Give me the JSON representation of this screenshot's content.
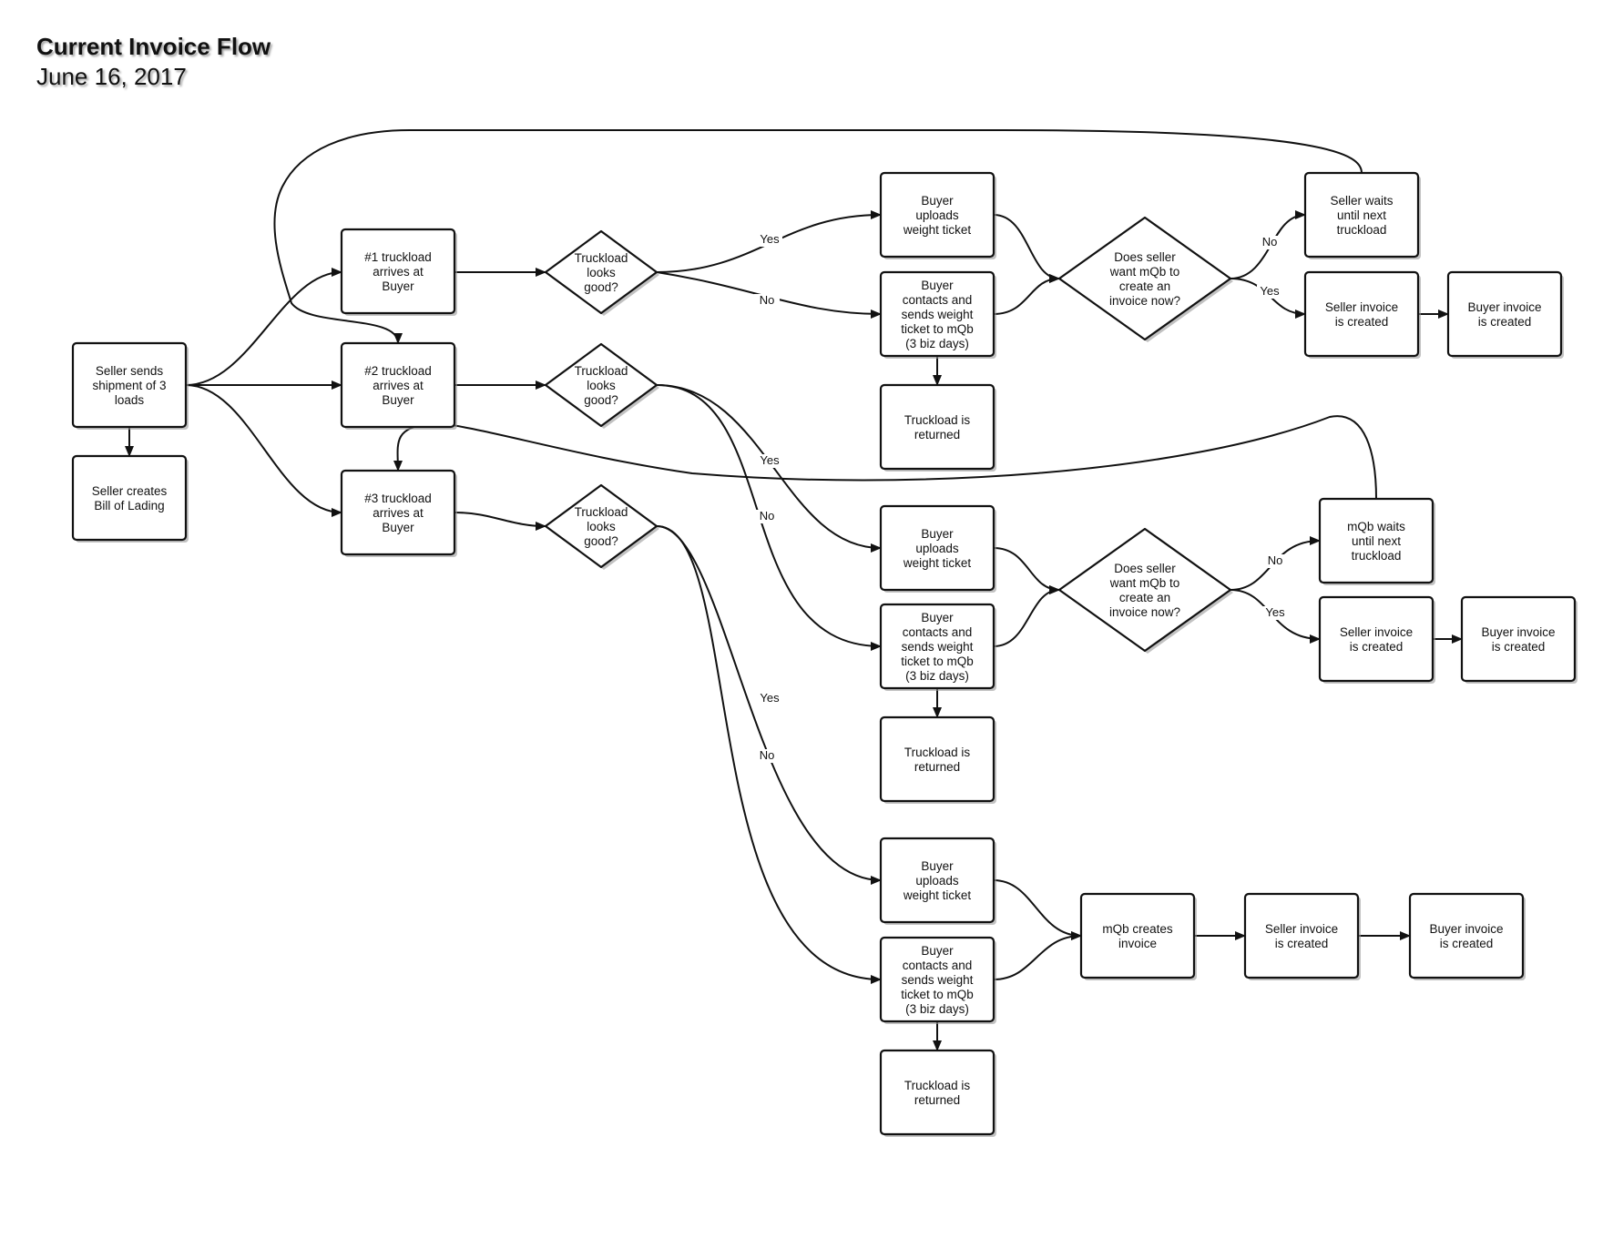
{
  "header": {
    "title": "Current Invoice Flow",
    "date": "June 16, 2017"
  },
  "colors": {
    "stroke": "#111111",
    "fill": "#ffffff",
    "shadow": "#999999"
  },
  "nodes": [
    {
      "id": "seller-sends",
      "shape": "rect",
      "lines": [
        "Seller sends",
        "shipment of 3",
        "loads"
      ]
    },
    {
      "id": "seller-bol",
      "shape": "rect",
      "lines": [
        "Seller creates",
        "Bill of Lading"
      ]
    },
    {
      "id": "t1",
      "shape": "rect",
      "lines": [
        "#1 truckload",
        "arrives at",
        "Buyer"
      ]
    },
    {
      "id": "t2",
      "shape": "rect",
      "lines": [
        "#2 truckload",
        "arrives at",
        "Buyer"
      ]
    },
    {
      "id": "t3",
      "shape": "rect",
      "lines": [
        "#3 truckload",
        "arrives at",
        "Buyer"
      ]
    },
    {
      "id": "d1",
      "shape": "diamond",
      "lines": [
        "Truckload",
        "looks",
        "good?"
      ]
    },
    {
      "id": "d2",
      "shape": "diamond",
      "lines": [
        "Truckload",
        "looks",
        "good?"
      ]
    },
    {
      "id": "d3",
      "shape": "diamond",
      "lines": [
        "Truckload",
        "looks",
        "good?"
      ]
    },
    {
      "id": "up1",
      "shape": "rect",
      "lines": [
        "Buyer",
        "uploads",
        "weight ticket"
      ]
    },
    {
      "id": "con1",
      "shape": "rect",
      "lines": [
        "Buyer",
        "contacts and",
        "sends weight",
        "ticket to mQb",
        "(3 biz days)"
      ]
    },
    {
      "id": "ret1",
      "shape": "rect",
      "lines": [
        "Truckload is",
        "returned"
      ]
    },
    {
      "id": "up2",
      "shape": "rect",
      "lines": [
        "Buyer",
        "uploads",
        "weight ticket"
      ]
    },
    {
      "id": "con2",
      "shape": "rect",
      "lines": [
        "Buyer",
        "contacts and",
        "sends weight",
        "ticket to mQb",
        "(3 biz days)"
      ]
    },
    {
      "id": "ret2",
      "shape": "rect",
      "lines": [
        "Truckload is",
        "returned"
      ]
    },
    {
      "id": "up3",
      "shape": "rect",
      "lines": [
        "Buyer",
        "uploads",
        "weight ticket"
      ]
    },
    {
      "id": "con3",
      "shape": "rect",
      "lines": [
        "Buyer",
        "contacts and",
        "sends weight",
        "ticket to mQb",
        "(3 biz days)"
      ]
    },
    {
      "id": "ret3",
      "shape": "rect",
      "lines": [
        "Truckload is",
        "returned"
      ]
    },
    {
      "id": "q1",
      "shape": "diamond",
      "lines": [
        "Does seller",
        "want mQb to",
        "create an",
        "invoice now?"
      ]
    },
    {
      "id": "q2",
      "shape": "diamond",
      "lines": [
        "Does seller",
        "want mQb to",
        "create an",
        "invoice now?"
      ]
    },
    {
      "id": "w1",
      "shape": "rect",
      "lines": [
        "Seller waits",
        "until next",
        "truckload"
      ]
    },
    {
      "id": "si1",
      "shape": "rect",
      "lines": [
        "Seller invoice",
        "is created"
      ]
    },
    {
      "id": "bi1",
      "shape": "rect",
      "lines": [
        "Buyer invoice",
        "is created"
      ]
    },
    {
      "id": "w2",
      "shape": "rect",
      "lines": [
        "mQb waits",
        "until next",
        "truckload"
      ]
    },
    {
      "id": "si2",
      "shape": "rect",
      "lines": [
        "Seller invoice",
        "is created"
      ]
    },
    {
      "id": "bi2",
      "shape": "rect",
      "lines": [
        "Buyer invoice",
        "is created"
      ]
    },
    {
      "id": "mq",
      "shape": "rect",
      "lines": [
        "mQb creates",
        "invoice"
      ]
    },
    {
      "id": "si3",
      "shape": "rect",
      "lines": [
        "Seller invoice",
        "is created"
      ]
    },
    {
      "id": "bi3",
      "shape": "rect",
      "lines": [
        "Buyer invoice",
        "is created"
      ]
    }
  ],
  "edges": [
    {
      "id": "e-ss-bol",
      "from": "seller-sends",
      "to": "seller-bol"
    },
    {
      "id": "e-ss-t1",
      "from": "seller-sends",
      "to": "t1"
    },
    {
      "id": "e-ss-t2",
      "from": "seller-sends",
      "to": "t2"
    },
    {
      "id": "e-ss-t3",
      "from": "seller-sends",
      "to": "t3"
    },
    {
      "id": "e-t1-d1",
      "from": "t1",
      "to": "d1"
    },
    {
      "id": "e-t2-d2",
      "from": "t2",
      "to": "d2"
    },
    {
      "id": "e-t3-d3",
      "from": "t3",
      "to": "d3"
    },
    {
      "id": "e-d1-up1",
      "from": "d1",
      "to": "up1",
      "label": "Yes"
    },
    {
      "id": "e-d1-con1",
      "from": "d1",
      "to": "con1",
      "label": "No"
    },
    {
      "id": "e-con1-ret1",
      "from": "con1",
      "to": "ret1"
    },
    {
      "id": "e-up1-q1",
      "from": "up1",
      "to": "q1"
    },
    {
      "id": "e-con1-q1",
      "from": "con1",
      "to": "q1"
    },
    {
      "id": "e-q1-w1",
      "from": "q1",
      "to": "w1",
      "label": "No"
    },
    {
      "id": "e-q1-si1",
      "from": "q1",
      "to": "si1",
      "label": "Yes"
    },
    {
      "id": "e-si1-bi1",
      "from": "si1",
      "to": "bi1"
    },
    {
      "id": "e-w1-t2",
      "from": "w1",
      "to": "t2"
    },
    {
      "id": "e-d2-up2",
      "from": "d2",
      "to": "up2",
      "label": "Yes"
    },
    {
      "id": "e-d2-con2",
      "from": "d2",
      "to": "con2",
      "label": "No"
    },
    {
      "id": "e-con2-ret2",
      "from": "con2",
      "to": "ret2"
    },
    {
      "id": "e-up2-q2",
      "from": "up2",
      "to": "q2"
    },
    {
      "id": "e-con2-q2",
      "from": "con2",
      "to": "q2"
    },
    {
      "id": "e-q2-w2",
      "from": "q2",
      "to": "w2",
      "label": "No"
    },
    {
      "id": "e-q2-si2",
      "from": "q2",
      "to": "si2",
      "label": "Yes"
    },
    {
      "id": "e-si2-bi2",
      "from": "si2",
      "to": "bi2"
    },
    {
      "id": "e-w2-t3",
      "from": "w2",
      "to": "t3"
    },
    {
      "id": "e-d3-up3",
      "from": "d3",
      "to": "up3",
      "label": "Yes"
    },
    {
      "id": "e-d3-con3",
      "from": "d3",
      "to": "con3",
      "label": "No"
    },
    {
      "id": "e-con3-ret3",
      "from": "con3",
      "to": "ret3"
    },
    {
      "id": "e-up3-mq",
      "from": "up3",
      "to": "mq"
    },
    {
      "id": "e-con3-mq",
      "from": "con3",
      "to": "mq"
    },
    {
      "id": "e-mq-si3",
      "from": "mq",
      "to": "si3"
    },
    {
      "id": "e-si3-bi3",
      "from": "si3",
      "to": "bi3"
    }
  ]
}
